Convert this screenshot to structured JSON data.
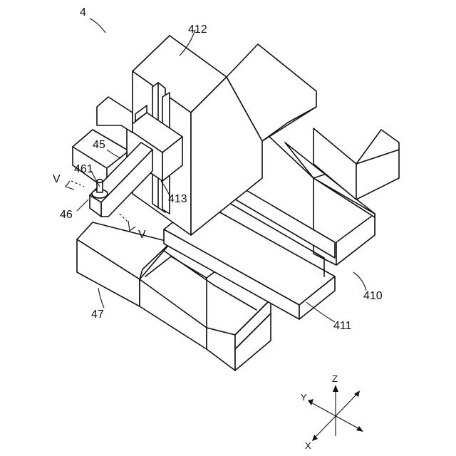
{
  "figure": {
    "ref_main": "4",
    "labels": {
      "l412": "412",
      "l45": "45",
      "l461": "461",
      "l46": "46",
      "l413": "413",
      "l47": "47",
      "l410": "410",
      "l411": "411"
    },
    "section_marks": {
      "v_left": "V",
      "v_right": "V"
    },
    "axes": {
      "z": "Z",
      "y": "Y",
      "x": "X"
    }
  }
}
